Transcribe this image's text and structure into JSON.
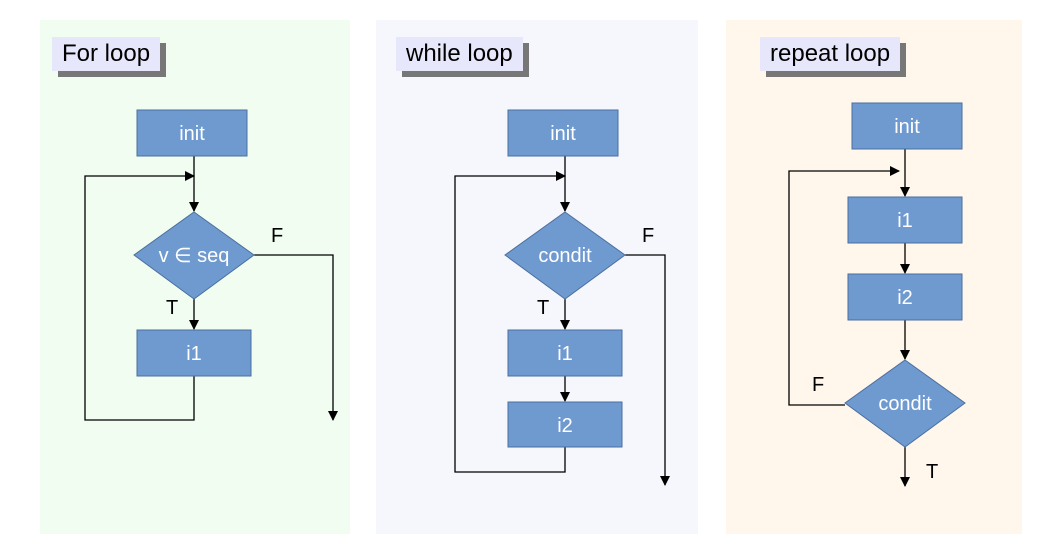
{
  "colors": {
    "panel_for": "#f1fdf0",
    "panel_while": "#f6f7fd",
    "panel_repeat": "#fff6ec",
    "node_fill": "#6f9ad0",
    "node_stroke": "#4a6f9f",
    "title_bg": "#e7e7fb"
  },
  "for_loop": {
    "title": "For loop",
    "init": "init",
    "cond": "v ∈ seq",
    "body1": "i1",
    "label_true": "T",
    "label_false": "F"
  },
  "while_loop": {
    "title": "while loop",
    "init": "init",
    "cond": "condit",
    "body1": "i1",
    "body2": "i2",
    "label_true": "T",
    "label_false": "F"
  },
  "repeat_loop": {
    "title": "repeat loop",
    "init": "init",
    "body1": "i1",
    "body2": "i2",
    "cond": "condit",
    "label_true": "T",
    "label_false": "F"
  }
}
